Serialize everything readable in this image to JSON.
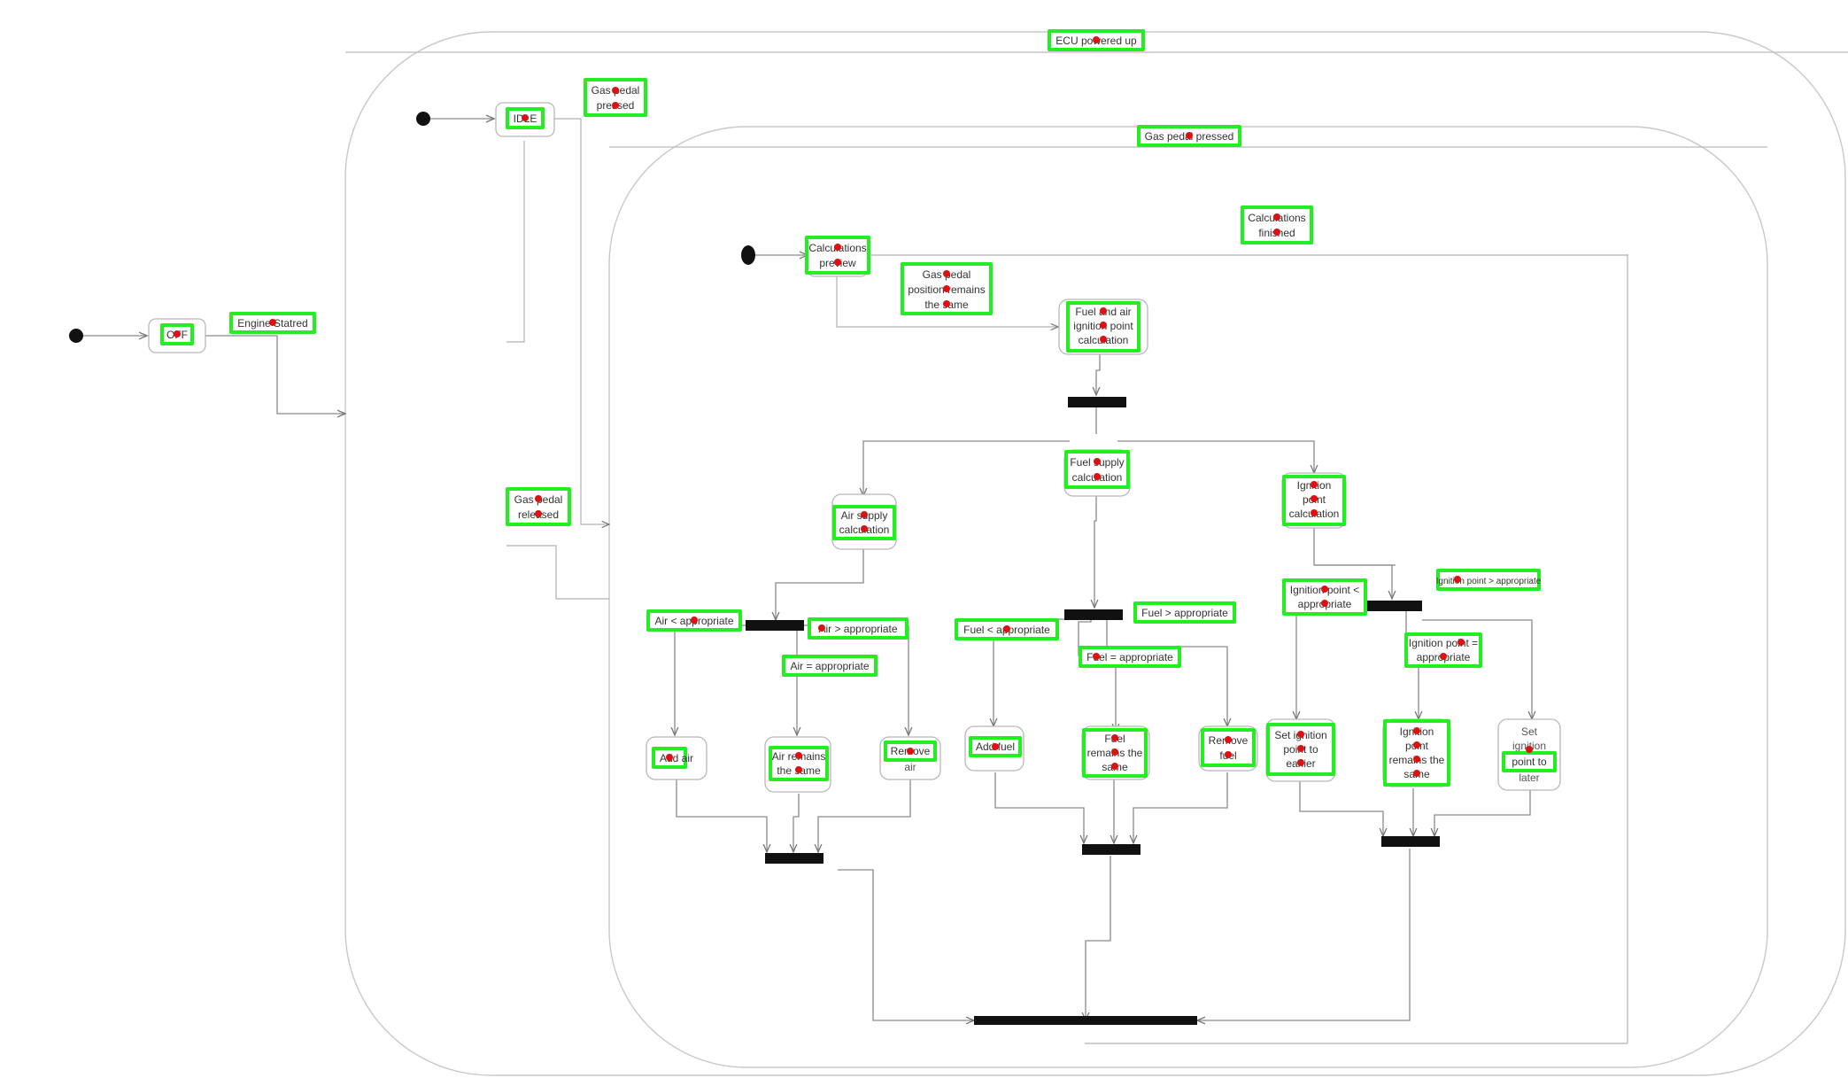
{
  "diagram": {
    "composite_states": {
      "ecu": "ECU powered up",
      "gas_pressed": "Gas pedal pressed"
    },
    "states": {
      "off": "OFF",
      "idle": "IDLE",
      "calculations_preview": [
        "Calculations",
        "preview"
      ],
      "fuel_air_ignition": [
        "Fuel and air",
        "ignition point",
        "calculation"
      ],
      "fuel_supply": [
        "Fuel supply",
        "calculation"
      ],
      "air_supply": [
        "Air supply",
        "calculation"
      ],
      "ignition_point": [
        "Ignition",
        "point",
        "calculation"
      ],
      "add_air": "Add air",
      "air_remains": [
        "Air remains",
        "the same"
      ],
      "remove_air": [
        "Remove",
        "air"
      ],
      "add_fuel": "Add fuel",
      "fuel_remains": [
        "Fuel",
        "remains the",
        "same"
      ],
      "remove_fuel": [
        "Remove",
        "fuel"
      ],
      "set_ignition_earlier": [
        "Set ignition",
        "point to",
        "earlier"
      ],
      "ignition_remains": [
        "Ignition",
        "point",
        "remains the",
        "same"
      ],
      "set_ignition_later": [
        "Set",
        "ignition",
        "point to",
        "later"
      ]
    },
    "transitions": {
      "engine_started": "Engine Statred",
      "gas_pressed": [
        "Gas pedal",
        "pressed"
      ],
      "gas_released": [
        "Gas pedal",
        "released"
      ],
      "calculations_finished": [
        "Calculations",
        "finished"
      ],
      "pedal_position_same": [
        "Gas pedal",
        "position remains",
        "the same"
      ],
      "air_less": "Air < appropriate",
      "air_greater": "Air > appropriate",
      "air_equal": "Air = appropriate",
      "fuel_less": "Fuel < appropriate",
      "fuel_greater": "Fuel > appropriate",
      "fuel_equal": "Fuel = appropriate",
      "ign_less": [
        "Ignition point <",
        "appropriate"
      ],
      "ign_greater": "Ignition point > appropriate",
      "ign_equal": [
        "Ignition point =",
        "appropriate"
      ]
    }
  },
  "colors": {
    "highlight": "#22ee22",
    "marker": "#dd1111",
    "bar": "#111111",
    "line": "#8a8a8a"
  }
}
